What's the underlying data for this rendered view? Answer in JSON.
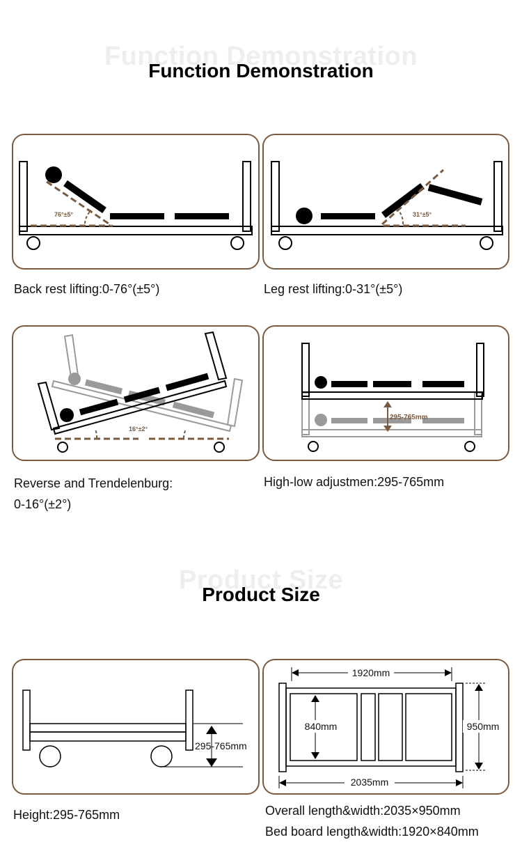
{
  "function_section": {
    "ghost_title": "Function Demonstration",
    "title": "Function Demonstration"
  },
  "panels": {
    "back_rest": {
      "angle_label": "76°±5°",
      "caption": "Back rest lifting:0-76°(±5°)"
    },
    "leg_rest": {
      "angle_label": "31°±5°",
      "caption": "Leg rest lifting:0-31°(±5°)"
    },
    "reverse": {
      "angle_label": "16°±2°",
      "caption_line1": "Reverse and Trendelenburg:",
      "caption_line2": "0-16°(±2°)"
    },
    "high_low": {
      "range_label": "295-765mm",
      "caption": "High-low adjustmen:295-765mm"
    }
  },
  "size_section": {
    "ghost_title": "Product Size",
    "title": "Product Size"
  },
  "size_panels": {
    "height": {
      "range_label": "295-765mm",
      "caption": "Height:295-765mm"
    },
    "dimensions": {
      "board_length": "1920mm",
      "board_width": "840mm",
      "overall_width": "950mm",
      "overall_length": "2035mm",
      "caption_line1": "Overall length&width:2035×950mm",
      "caption_line2": "Bed board length&width:1920×840mm"
    }
  },
  "colors": {
    "frame": "#7a5a3e",
    "dash": "#7a5a3e",
    "solid": "#000000",
    "ghost": "#9a9a9a"
  }
}
